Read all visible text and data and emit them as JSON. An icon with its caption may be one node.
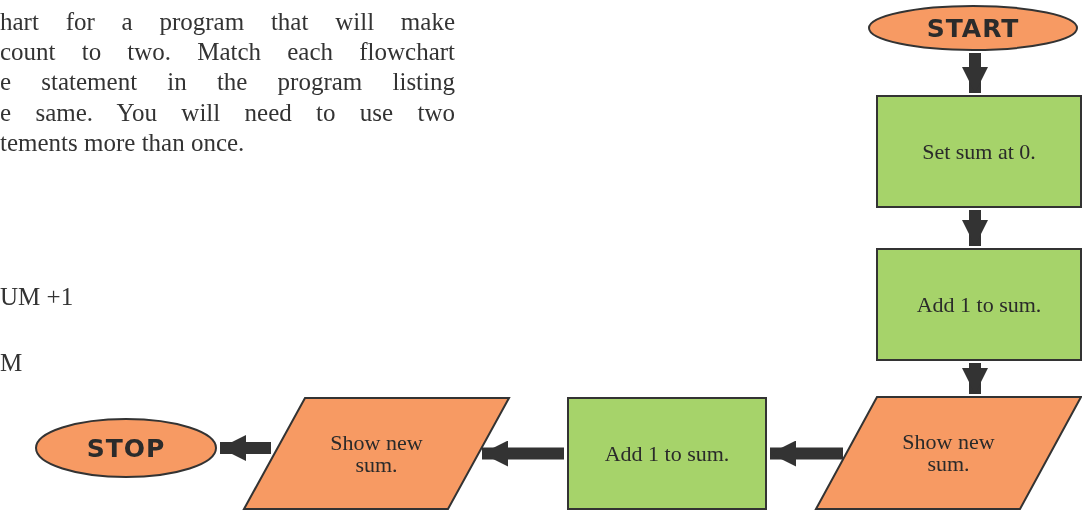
{
  "diagram": {
    "nodes": [
      {
        "text": [
          "START"
        ]
      },
      {
        "text": [
          "Set sum at 0."
        ]
      },
      {
        "text": [
          "Add 1 to sum."
        ]
      },
      {
        "text": [
          "Show new sum."
        ]
      },
      {
        "text": [
          "Add 1 to sum."
        ]
      },
      {
        "text": [
          "Show new sum."
        ]
      },
      {
        "text": [
          "STOP"
        ]
      }
    ],
    "edges": [
      {
        "from": 0,
        "to": 1,
        "arrow": "to"
      },
      {
        "from": 1,
        "to": 2,
        "arrow": "to"
      },
      {
        "from": 2,
        "to": 3,
        "arrow": "to"
      },
      {
        "from": 3,
        "to": 4,
        "arrow": "to"
      },
      {
        "from": 4,
        "to": 5,
        "arrow": "to"
      },
      {
        "from": 5,
        "to": 6,
        "arrow": "to"
      }
    ],
    "labels": [
      "hart for a program that will make",
      "count to two. Match each flowchart",
      "e statement in the program listing",
      "e same. You will need to use two",
      "tements more than once.",
      "UM +1",
      "M"
    ]
  }
}
